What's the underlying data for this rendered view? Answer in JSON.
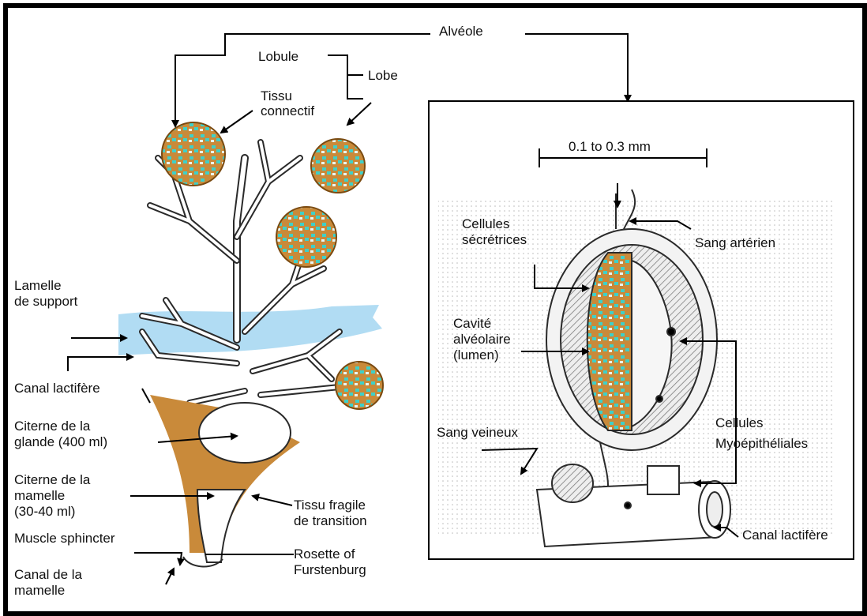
{
  "labels": {
    "alveole": "Alvéole",
    "lobule": "Lobule",
    "lobe": "Lobe",
    "tissu_connectif_1": "Tissu",
    "tissu_connectif_2": "connectif",
    "lamelle_1": "Lamelle",
    "lamelle_2": "de support",
    "canal_lactifere_left": "Canal lactifère",
    "citerne_glande_1": "Citerne de la",
    "citerne_glande_2": "glande (400 ml)",
    "citerne_mamelle_1": "Citerne de la",
    "citerne_mamelle_2": "mamelle",
    "citerne_mamelle_3": "(30-40 ml)",
    "muscle_sphincter": "Muscle sphincter",
    "canal_mamelle_1": "Canal de la",
    "canal_mamelle_2": "mamelle",
    "tissu_fragile_1": "Tissu fragile",
    "tissu_fragile_2": "de transition",
    "rosette_1": "Rosette of",
    "rosette_2": "Furstenburg",
    "scale": "0.1 to 0.3 mm",
    "cellules_secretrices_1": "Cellules",
    "cellules_secretrices_2": "sécrétrices",
    "sang_arteriel": "Sang artérien",
    "cavite_1": "Cavité",
    "cavite_2": "alvéolaire",
    "cavite_3": "(lumen)",
    "sang_veineux": "Sang veineux",
    "cellules_myo_1": "Cellules",
    "cellules_myo_2": "Myoépithéliales",
    "canal_lactifere_right": "Canal lactifère"
  },
  "colors": {
    "alveolar_tissue": "#c98a3a",
    "secretory_cells": "#3fd0c8",
    "support_lamella": "#a9d8f2",
    "duct_outline": "#2a2a2a"
  }
}
